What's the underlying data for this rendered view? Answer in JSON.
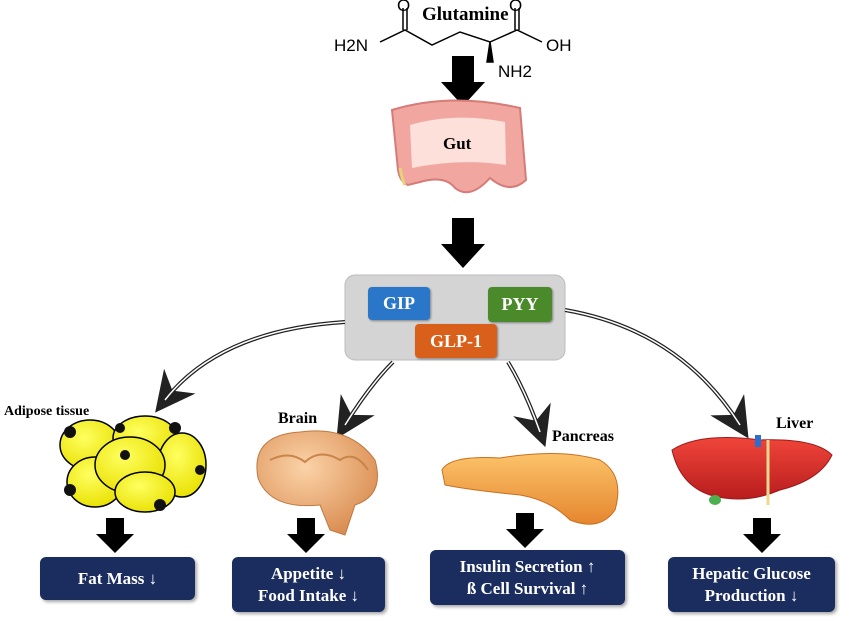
{
  "molecule": {
    "name": "Glutamine",
    "amine_left": "H2N",
    "hydroxyl": "OH",
    "amine_bottom": "NH2",
    "oxygen": "O"
  },
  "gut": {
    "label": "Gut"
  },
  "hormones": [
    {
      "label": "GIP",
      "color": "#2a76c9"
    },
    {
      "label": "PYY",
      "color": "#4b8a2a"
    },
    {
      "label": "GLP-1",
      "color": "#d9601a"
    }
  ],
  "organs": [
    {
      "label": "Adipose tissue",
      "effect": [
        "Fat Mass ↓"
      ]
    },
    {
      "label": "Brain",
      "effect": [
        "Appetite ↓",
        "Food Intake ↓"
      ]
    },
    {
      "label": "Pancreas",
      "effect": [
        "Insulin Secretion ↑",
        "ß Cell Survival ↑"
      ]
    },
    {
      "label": "Liver",
      "effect": [
        "Hepatic Glucose",
        "Production ↓"
      ]
    }
  ],
  "colors": {
    "effect_box": "#1b2d5e",
    "hormone_panel": "#d4d4d4"
  }
}
